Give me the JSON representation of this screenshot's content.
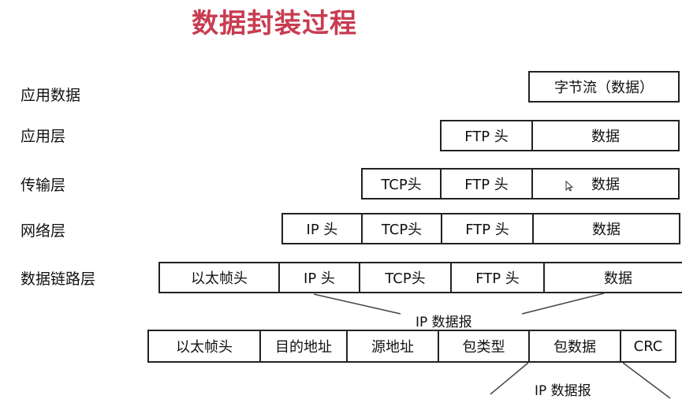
{
  "title": "数据封装过程",
  "layers": {
    "app_data": {
      "label": "应用数据",
      "cells": [
        "字节流（数据）"
      ]
    },
    "app_layer": {
      "label": "应用层",
      "cells": [
        "FTP 头",
        "数据"
      ]
    },
    "transport": {
      "label": "传输层",
      "cells": [
        "TCP头",
        "FTP 头",
        "数据"
      ]
    },
    "network": {
      "label": "网络层",
      "cells": [
        "IP 头",
        "TCP头",
        "FTP 头",
        "数据"
      ]
    },
    "datalink": {
      "label": "数据链路层",
      "cells": [
        "以太帧头",
        "IP 头",
        "TCP头",
        "FTP 头",
        "数据"
      ]
    }
  },
  "frame": {
    "cells": [
      "以太帧头",
      "目的地址",
      "源地址",
      "包类型",
      "包数据",
      "CRC"
    ]
  },
  "annotations": {
    "ip_packet_upper": "IP 数据报",
    "ip_packet_lower": "IP 数据报"
  },
  "icons": {
    "cursor": "mouse-pointer-icon"
  }
}
